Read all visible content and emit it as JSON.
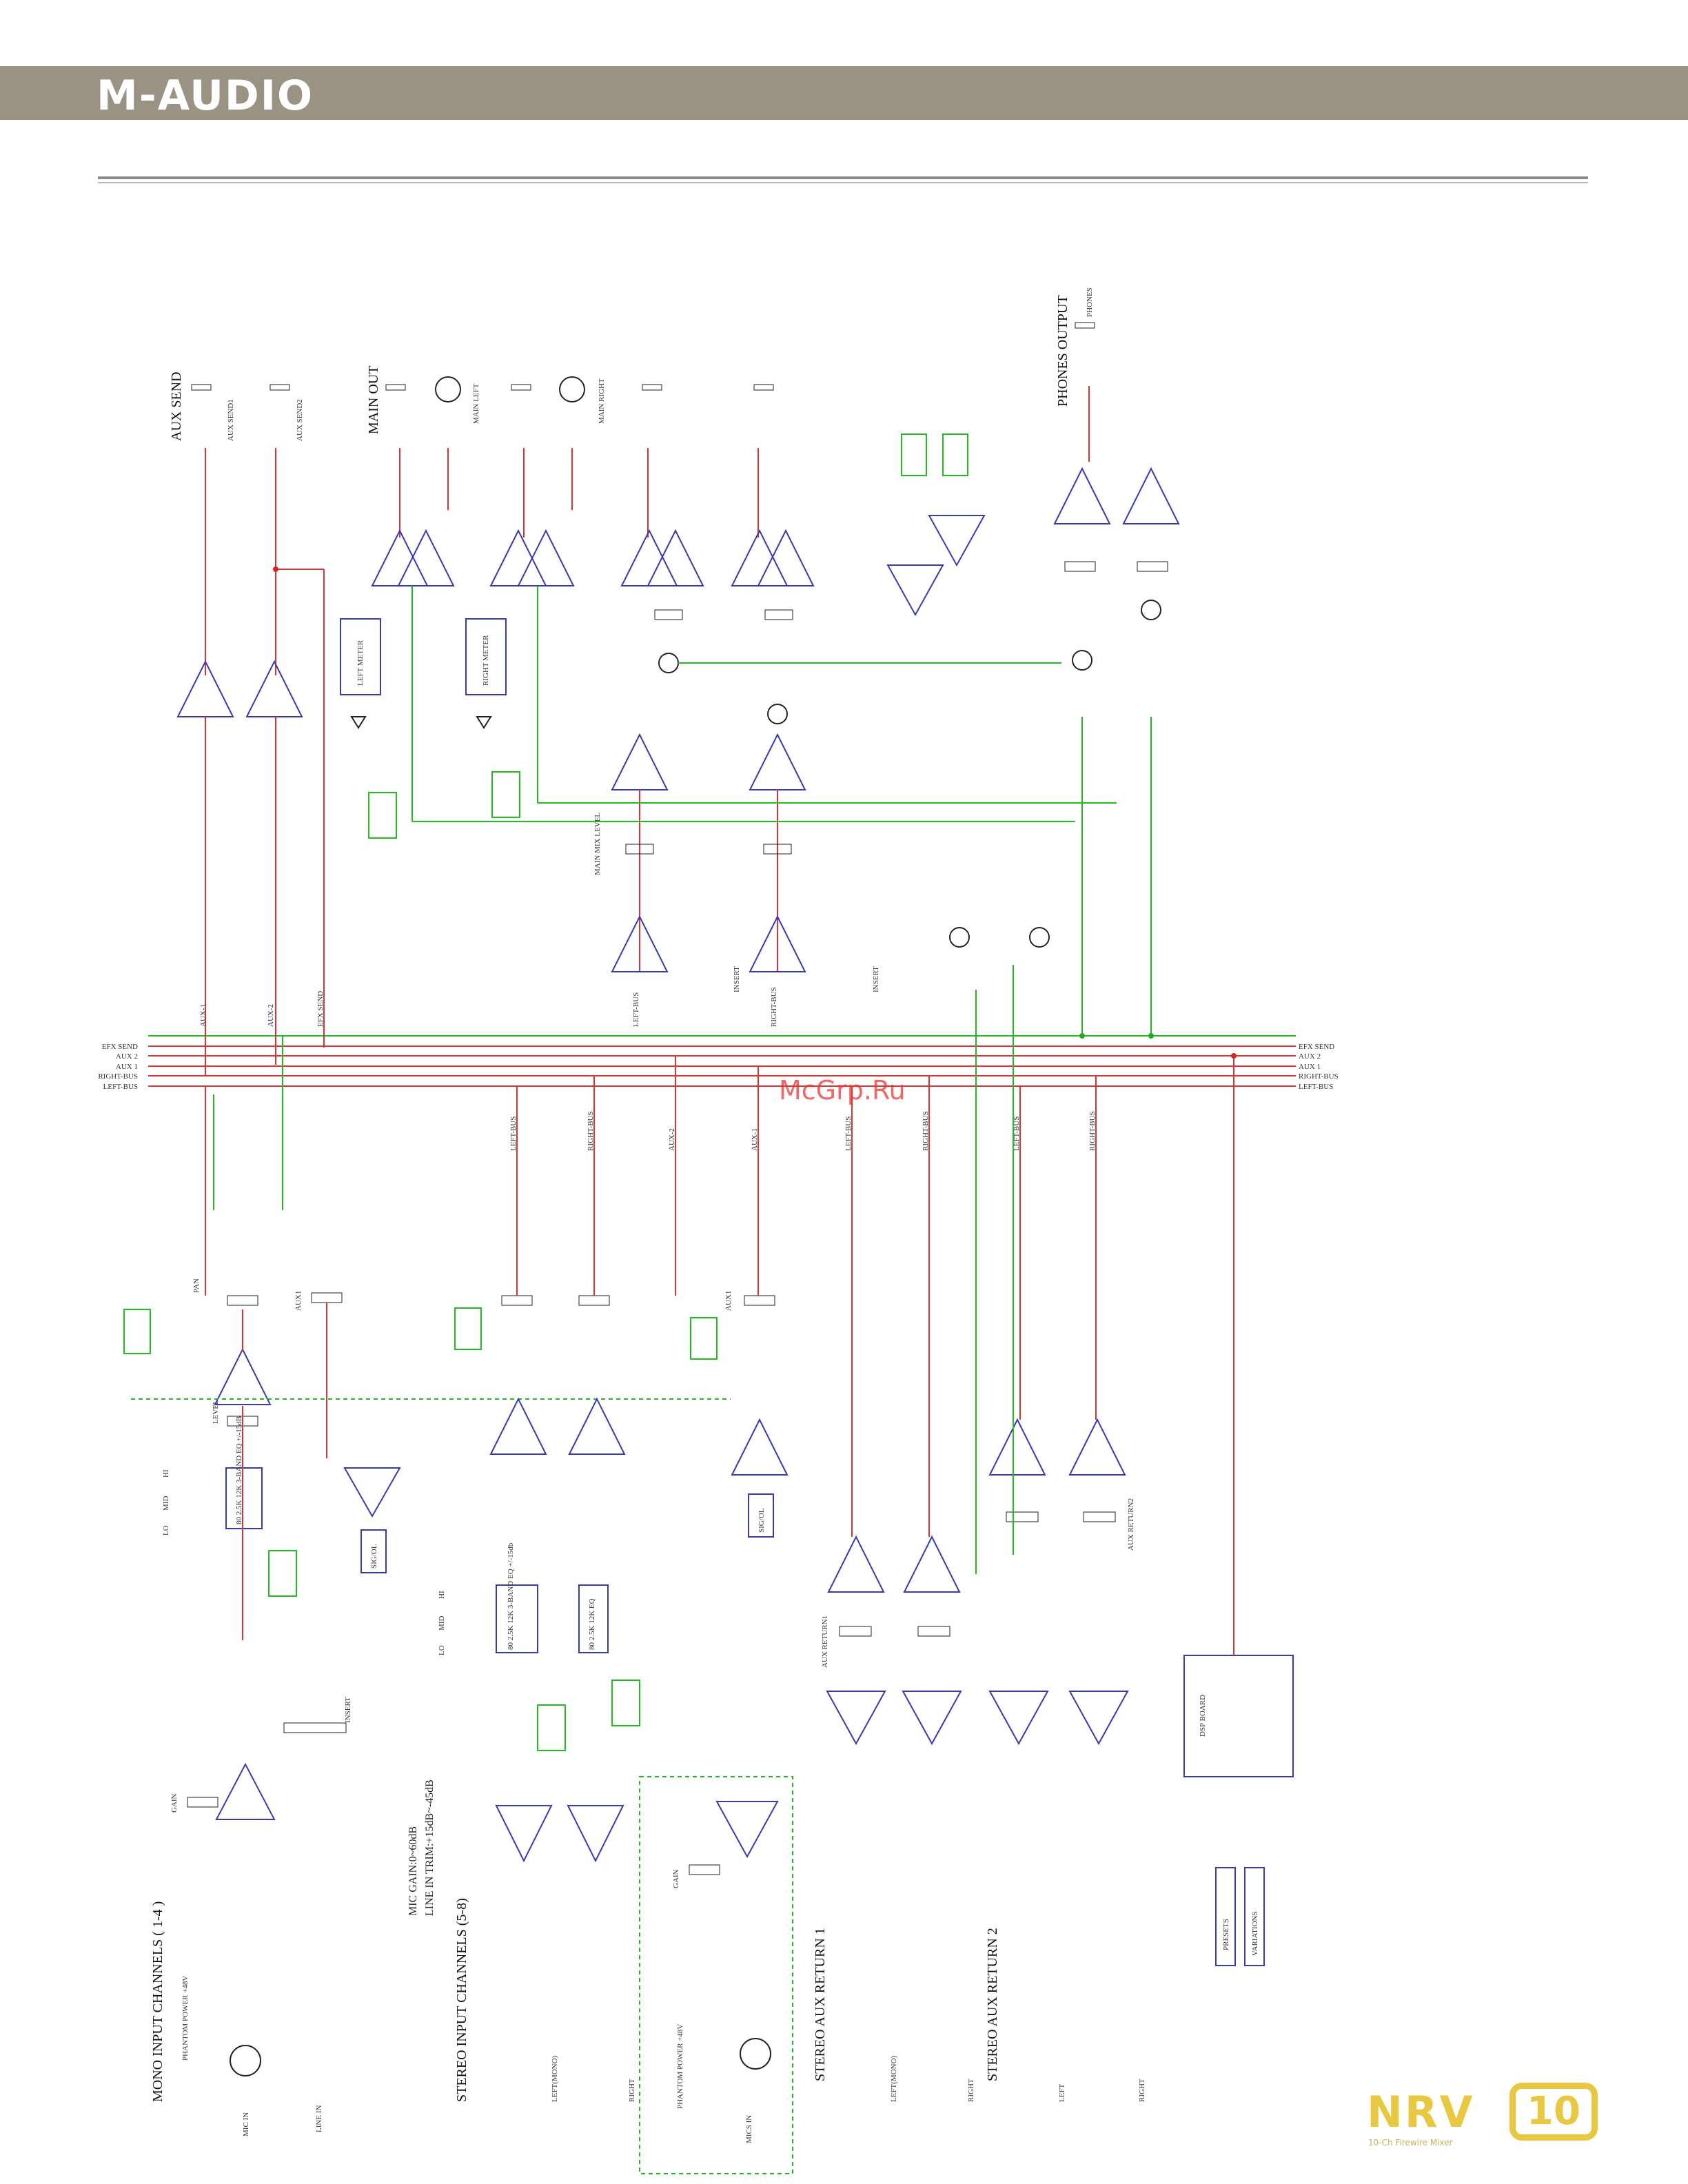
{
  "header": {
    "brand": "M-AUDIO"
  },
  "watermark": "McGrp.Ru",
  "footer": {
    "logo": "NRV",
    "logo_number": "10",
    "tagline": "10-Ch Firewire Mixer"
  },
  "schematic": {
    "sections": {
      "aux_send": "AUX SEND",
      "main_out": "MAIN OUT",
      "phones_output": "PHONES OUTPUT",
      "mono_channels": "MONO INPUT CHANNELS ( 1-4 )",
      "stereo_channels": "STEREO INPUT CHANNELS (5-8)",
      "stereo_aux_return_1": "STEREO AUX RETURN 1",
      "stereo_aux_return_2": "STEREO AUX RETURN 2"
    },
    "jacks": {
      "aux_send1": "AUX SEND1",
      "aux_send2": "AUX SEND2",
      "main_left": "MAIN LEFT",
      "main_right": "MAIN RIGHT",
      "phones": "PHONES"
    },
    "meters": {
      "left": "LEFT METER",
      "right": "RIGHT METER"
    },
    "buses": [
      "EFX SEND",
      "AUX 2",
      "AUX 1",
      "RIGHT-BUS",
      "LEFT-BUS"
    ],
    "bus_taps": {
      "aux1": "AUX-1",
      "aux2": "AUX-2",
      "efx_send": "EFX SEND",
      "left_bus": "LEFT-BUS",
      "right_bus": "RIGHT-BUS"
    },
    "mix": {
      "main_mix_level": "MAIN MIX LEVEL",
      "insert": "INSERT"
    },
    "controls": {
      "pan": "PAN",
      "aux1": "AUX1",
      "level": "LEVEL",
      "hi": "HI",
      "mid": "MID",
      "lo": "LO",
      "eq_mono": "80  2.5K  12K 3-BAND EQ +/-15dB",
      "eq_stereo": "80  2.5K  12K 3-BAND EQ +/-15db",
      "eq_stereo_b": "80  2.5K  12K EQ",
      "sig_ol": "SIG/OL",
      "gain": "GAIN",
      "aux_return1": "AUX RETURN1",
      "aux_return2": "AUX RETURN2",
      "mic_gain": "MIC GAIN:0~60dB",
      "line_trim": "LINE IN TRIM:+15dB~-45dB"
    },
    "inputs": {
      "phantom_power": "PHANTOM POWER +48V",
      "mic_in": "MIC IN",
      "mics_in": "MICS IN",
      "line_in": "LINE IN",
      "left_mono": "LEFT(MONO)",
      "right": "RIGHT",
      "left": "LEFT"
    },
    "dsp": {
      "board": "DSP BOARD",
      "presets": "PRESETS",
      "variations": "VARIATIONS"
    }
  }
}
